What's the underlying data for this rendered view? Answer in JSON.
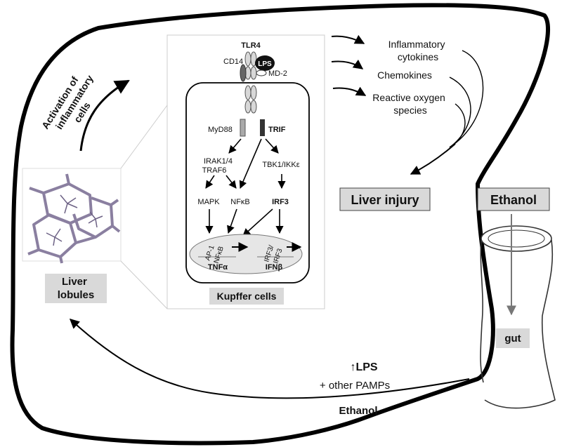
{
  "labels": {
    "activation": [
      "Activation of",
      "inflammatory",
      "cells"
    ],
    "liver_lobules": [
      "Liver",
      "lobules"
    ],
    "kupffer_cells": "Kupffer cells",
    "tlr4": "TLR4",
    "cd14": "CD14",
    "lps": "LPS",
    "md2": "MD-2",
    "myd88": "MyD88",
    "trif": "TRIF",
    "irak": [
      "IRAK1/4",
      "TRAF6"
    ],
    "tbk": "TBK1/IKKε",
    "mapk": "MAPK",
    "nfkb": "NFκB",
    "irf3": "IRF3",
    "ap1_nfkb": [
      "AP-1",
      "NFκB"
    ],
    "irf3_irf3": [
      "IRF3/",
      "IRF3"
    ],
    "tnfa": "TNFα",
    "ifnb": "IFNβ",
    "inflammatory_cytokines": [
      "Inflammatory",
      "cytokines"
    ],
    "chemokines": "Chemokines",
    "ros": [
      "Reactive oxygen",
      "species"
    ],
    "liver_injury": "Liver injury",
    "ethanol_top": "Ethanol",
    "gut": "gut",
    "lps_up": "↑LPS",
    "pamps": "+ other PAMPs",
    "ethanol_bottom": "Ethanol"
  },
  "colors": {
    "label_box": "#d9d9d9",
    "nucleus": "#e6e6e6",
    "lps_fill": "#111111",
    "trif_bar": "#333333",
    "myd88_bar": "#aaaaaa",
    "lobule_stroke": "#8a7fa0"
  }
}
